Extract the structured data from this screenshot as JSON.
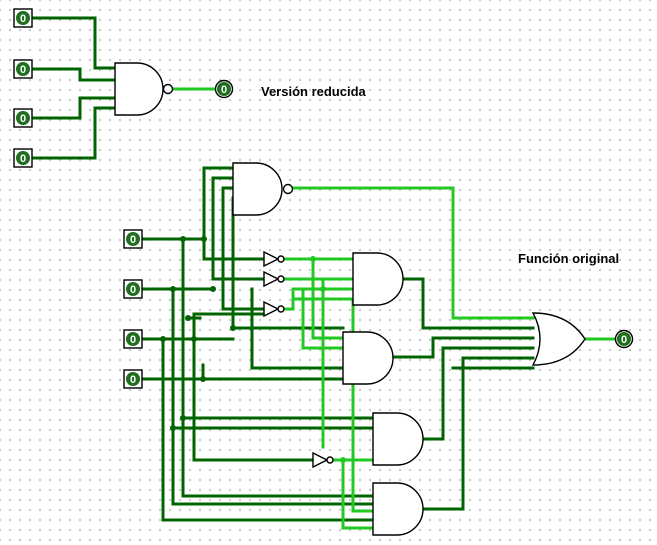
{
  "labels": {
    "reduced": "Versión reducida",
    "original": "Función original"
  },
  "inputs": {
    "reduced": [
      "0",
      "0",
      "0",
      "0"
    ],
    "original": [
      "0",
      "0",
      "0",
      "0"
    ]
  },
  "outputs": {
    "reduced": "0",
    "original": "0"
  },
  "colors": {
    "wire_off": "#006400",
    "wire_on": "#22c922",
    "pin_fill": "#1e6f1e",
    "gate_stroke": "#000000"
  }
}
